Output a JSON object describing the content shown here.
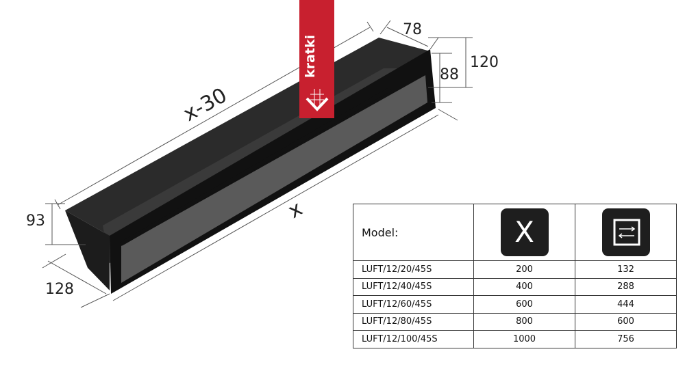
{
  "brand": {
    "name": "kratki",
    "color": "#c8202f"
  },
  "dimensions": {
    "length_top": "x-30",
    "length_bottom": "x",
    "depth_top": "78",
    "inner_height": "88",
    "outer_height": "120",
    "left_height": "93",
    "left_depth": "128"
  },
  "table": {
    "header": {
      "model_label": "Model:",
      "col_x_icon": "X",
      "col_x_icon_name": "length-x-icon",
      "col_2_icon_name": "opening-arrows-icon"
    },
    "rows": [
      {
        "model": "LUFT/12/20/45S",
        "x": "200",
        "opening": "132"
      },
      {
        "model": "LUFT/12/40/45S",
        "x": "400",
        "opening": "288"
      },
      {
        "model": "LUFT/12/60/45S",
        "x": "600",
        "opening": "444"
      },
      {
        "model": "LUFT/12/80/45S",
        "x": "800",
        "opening": "600"
      },
      {
        "model": "LUFT/12/100/45S",
        "x": "1000",
        "opening": "756"
      }
    ]
  }
}
